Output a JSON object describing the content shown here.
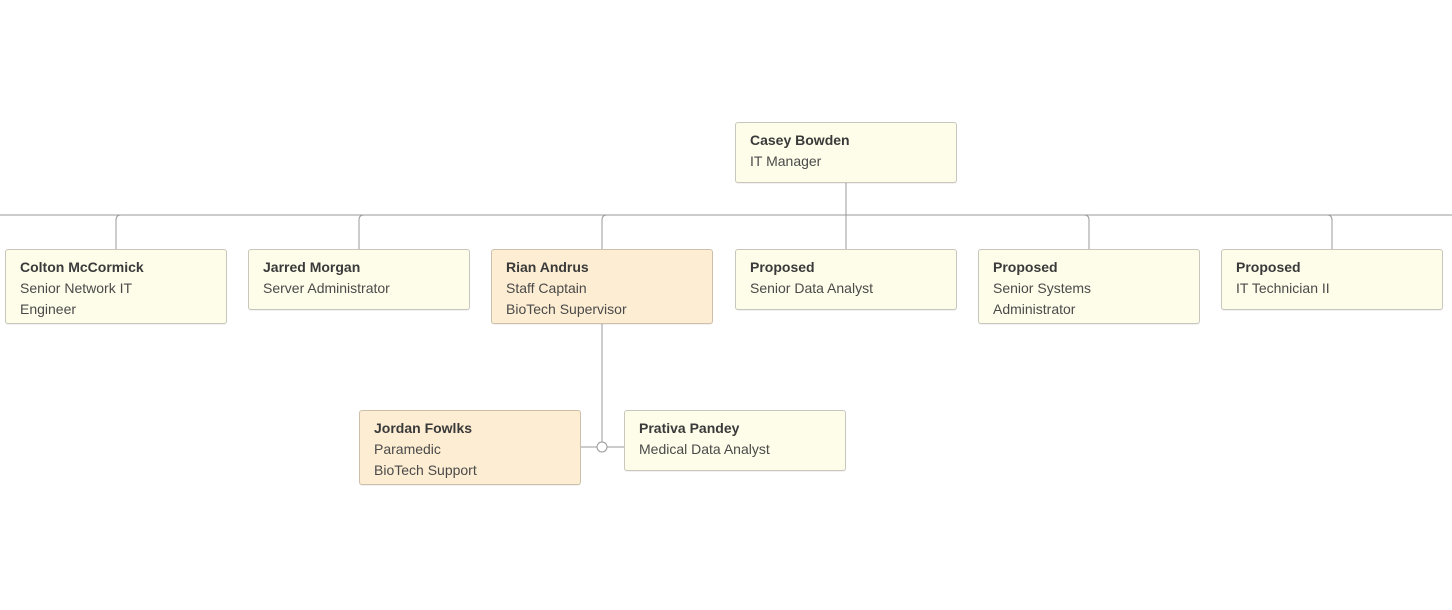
{
  "org_chart": {
    "colors": {
      "node_fill": "#fefde9",
      "node_fill_highlight": "#fdedd3",
      "node_border": "#c8c6bd",
      "connector": "#9a9a9a"
    },
    "root": {
      "name": "Casey Bowden",
      "lines": [
        "IT Manager"
      ]
    },
    "reports": [
      {
        "name": "Colton McCormick",
        "lines": [
          "Senior Network IT",
          "Engineer"
        ]
      },
      {
        "name": "Jarred Morgan",
        "lines": [
          "Server Administrator"
        ]
      },
      {
        "name": "Rian Andrus",
        "lines": [
          "Staff Captain",
          "BioTech Supervisor"
        ],
        "highlight": true
      },
      {
        "name": "Proposed",
        "lines": [
          "Senior Data Analyst"
        ]
      },
      {
        "name": "Proposed",
        "lines": [
          "Senior Systems",
          "Administrator"
        ]
      },
      {
        "name": "Proposed",
        "lines": [
          "IT Technician II"
        ]
      }
    ],
    "assistants_of_rian": [
      {
        "name": "Jordan Fowlks",
        "lines": [
          "Paramedic",
          "BioTech Support"
        ],
        "highlight": true
      },
      {
        "name": "Prativa Pandey",
        "lines": [
          "Medical Data Analyst"
        ]
      }
    ]
  }
}
